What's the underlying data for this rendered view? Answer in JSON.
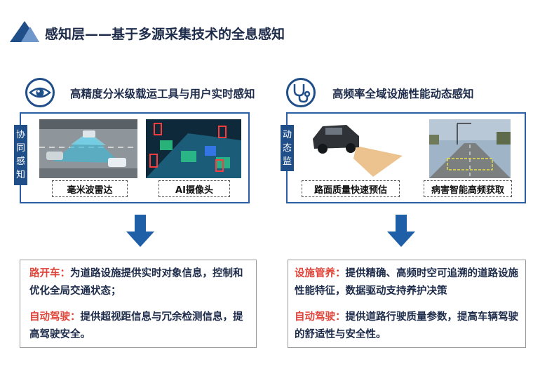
{
  "header": {
    "title": "感知层——基于多源采集技术的全息感知"
  },
  "left": {
    "section_title": "高精度分米级载运工具与用户实时感知",
    "section_icon": "eye-icon",
    "tag_chars": [
      "协",
      "同",
      "感",
      "知"
    ],
    "captions": [
      "毫米波雷达",
      "AI摄像头"
    ],
    "paragraphs": [
      {
        "label": "路开车：",
        "text": "为道路设施提供实时对象信息，控制和优化全局交通状态；"
      },
      {
        "label": "自动驾驶：",
        "text": "提供超视距信息与冗余检测信息，提高驾驶安全。"
      }
    ]
  },
  "right": {
    "section_title": "高频率全域设施性能动态感知",
    "section_icon": "stethoscope-icon",
    "tag_chars": [
      "动",
      "态",
      "监"
    ],
    "captions": [
      "路面质量快速预估",
      "病害智能高频获取"
    ],
    "paragraphs": [
      {
        "label": "设施管养：",
        "text": "提供精确、高频时空可追溯的道路设施性能特征，数据驱动支持养护决策"
      },
      {
        "label": "自动驾驶：",
        "text": "提供道路行驶质量参数，提高车辆驾驶的舒适性与安全性。"
      }
    ]
  },
  "colors": {
    "primary": "#1f4e89",
    "accent_red": "#e0453a",
    "arrow": "#1f5fa8"
  }
}
